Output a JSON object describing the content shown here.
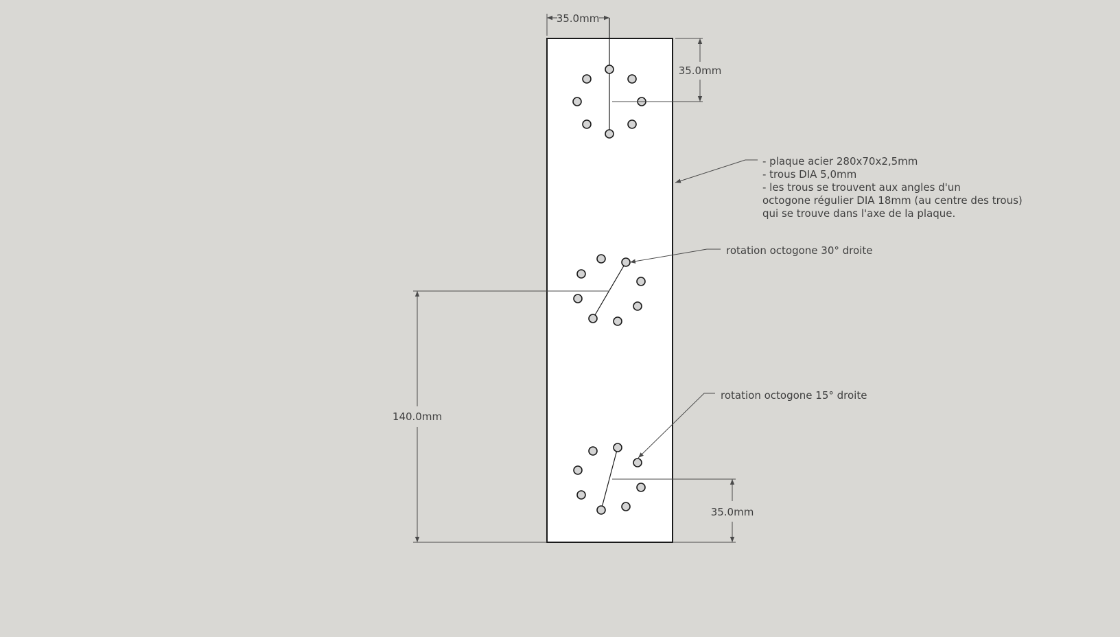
{
  "dimensions": {
    "top_width": "35.0mm",
    "top_offset": "35.0mm",
    "middle_offset": "140.0mm",
    "bottom_offset": "35.0mm"
  },
  "notes": {
    "plate_spec": [
      "- plaque acier 280x70x2,5mm",
      "- trous DIA 5,0mm",
      "- les trous se trouvent aux angles d'un",
      "octogone régulier DIA 18mm (au centre des trous)",
      "qui se trouve dans l'axe de la plaque."
    ],
    "rotation_30": "rotation octogone 30° droite",
    "rotation_15": "rotation octogone 15° droite"
  }
}
